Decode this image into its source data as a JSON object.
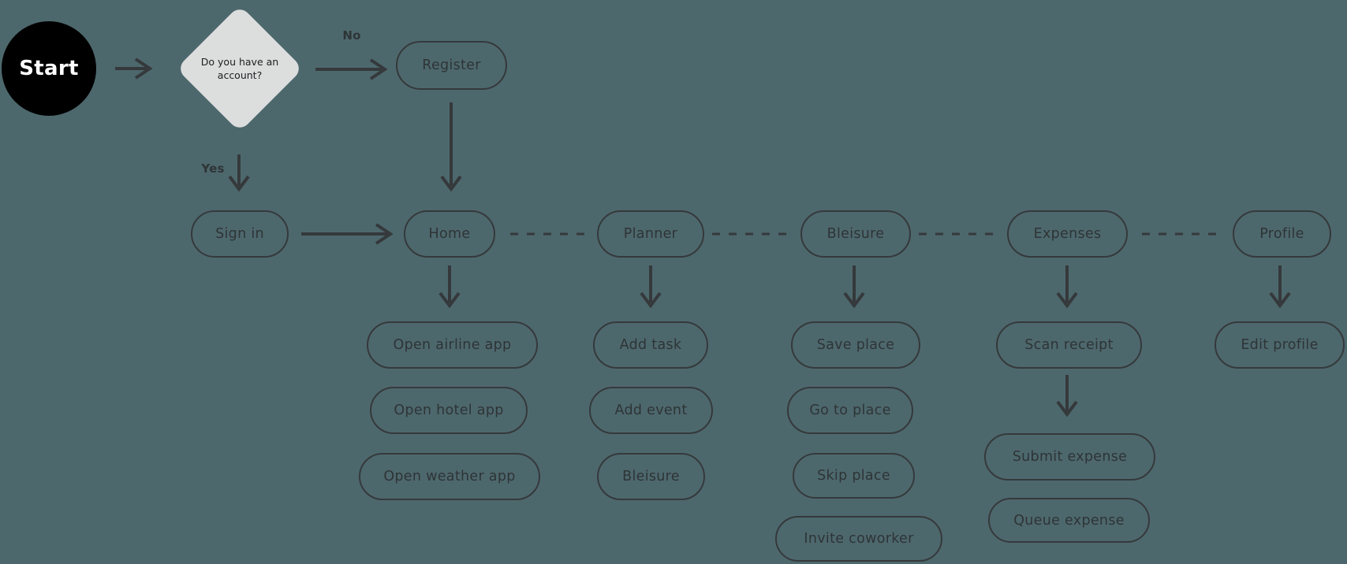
{
  "theme": {
    "bg": "#4d686d",
    "stroke": "#35393b",
    "text": "#2e3436",
    "diamond-fill": "#dcdddd",
    "start-fill": "#000000",
    "start-text": "#ffffff"
  },
  "nodes": {
    "start": {
      "label": "Start"
    },
    "decision": {
      "label": "Do you have an account?"
    },
    "label_no": {
      "label": "No"
    },
    "label_yes": {
      "label": "Yes"
    },
    "register": {
      "label": "Register"
    },
    "signin": {
      "label": "Sign in"
    },
    "home": {
      "label": "Home"
    },
    "planner": {
      "label": "Planner"
    },
    "bleisure": {
      "label": "Bleisure"
    },
    "expenses": {
      "label": "Expenses"
    },
    "profile": {
      "label": "Profile"
    },
    "open_airline": {
      "label": "Open airline app"
    },
    "open_hotel": {
      "label": "Open hotel app"
    },
    "open_weather": {
      "label": "Open weather app"
    },
    "add_task": {
      "label": "Add task"
    },
    "add_event": {
      "label": "Add event"
    },
    "bleisure_child": {
      "label": "Bleisure"
    },
    "save_place": {
      "label": "Save place"
    },
    "go_to_place": {
      "label": "Go to place"
    },
    "skip_place": {
      "label": "Skip place"
    },
    "invite_coworker": {
      "label": "Invite coworker"
    },
    "scan_receipt": {
      "label": "Scan receipt"
    },
    "submit_expense": {
      "label": "Submit expense"
    },
    "queue_expense": {
      "label": "Queue expense"
    },
    "edit_profile": {
      "label": "Edit profile"
    }
  }
}
